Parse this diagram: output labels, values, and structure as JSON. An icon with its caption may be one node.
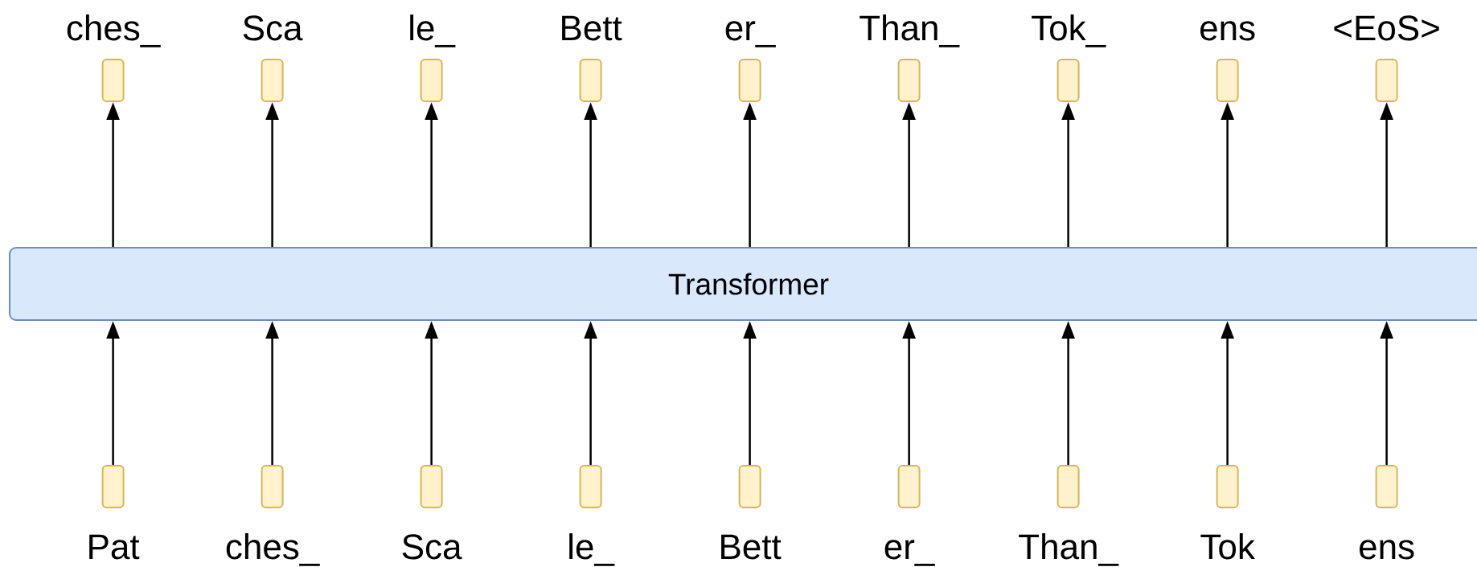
{
  "diagram": {
    "nodes": [
      {
        "text": [
          "ches_"
        ]
      },
      {
        "text": [
          "Sca"
        ]
      },
      {
        "text": [
          "le_"
        ]
      },
      {
        "text": [
          "Bett"
        ]
      },
      {
        "text": [
          "er_"
        ]
      },
      {
        "text": [
          "Than_"
        ]
      },
      {
        "text": [
          "Tok_"
        ]
      },
      {
        "text": [
          "ens"
        ]
      },
      {
        "text": [
          "<EoS>"
        ]
      },
      {
        "text": [
          "Transformer"
        ]
      },
      {
        "text": [
          "Pat"
        ]
      },
      {
        "text": [
          "ches_"
        ]
      },
      {
        "text": [
          "Sca"
        ]
      },
      {
        "text": [
          "le_"
        ]
      },
      {
        "text": [
          "Bett"
        ]
      },
      {
        "text": [
          "er_"
        ]
      },
      {
        "text": [
          "Than_"
        ]
      },
      {
        "text": [
          "Tok"
        ]
      },
      {
        "text": [
          "ens"
        ]
      }
    ],
    "edges": [
      {
        "from": 10,
        "to": 9,
        "arrow": "to"
      },
      {
        "from": 11,
        "to": 9,
        "arrow": "to"
      },
      {
        "from": 12,
        "to": 9,
        "arrow": "to"
      },
      {
        "from": 13,
        "to": 9,
        "arrow": "to"
      },
      {
        "from": 14,
        "to": 9,
        "arrow": "to"
      },
      {
        "from": 15,
        "to": 9,
        "arrow": "to"
      },
      {
        "from": 16,
        "to": 9,
        "arrow": "to"
      },
      {
        "from": 17,
        "to": 9,
        "arrow": "to"
      },
      {
        "from": 18,
        "to": 9,
        "arrow": "to"
      },
      {
        "from": 9,
        "to": 0,
        "arrow": "to"
      },
      {
        "from": 9,
        "to": 1,
        "arrow": "to"
      },
      {
        "from": 9,
        "to": 2,
        "arrow": "to"
      },
      {
        "from": 9,
        "to": 3,
        "arrow": "to"
      },
      {
        "from": 9,
        "to": 4,
        "arrow": "to"
      },
      {
        "from": 9,
        "to": 5,
        "arrow": "to"
      },
      {
        "from": 9,
        "to": 6,
        "arrow": "to"
      },
      {
        "from": 9,
        "to": 7,
        "arrow": "to"
      },
      {
        "from": 9,
        "to": 8,
        "arrow": "to"
      }
    ]
  }
}
